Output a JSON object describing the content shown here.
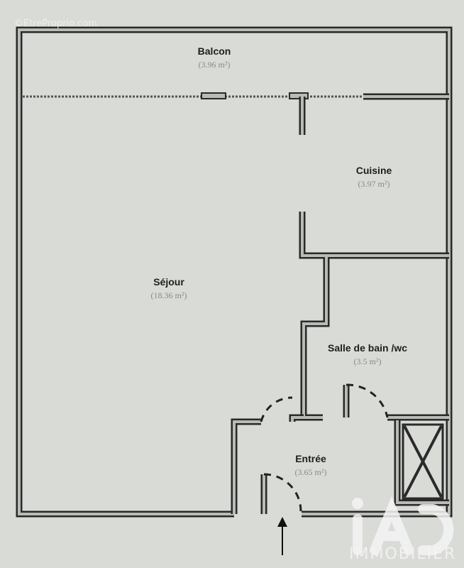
{
  "watermark": "©EtreProprio.com",
  "rooms": [
    {
      "name": "Balcon",
      "area": "(3.96 m²)"
    },
    {
      "name": "Cuisine",
      "area": "(3.97 m²)"
    },
    {
      "name": "Séjour",
      "area": "(18.36 m²)"
    },
    {
      "name": "Salle de bain /wc",
      "area": "(3.5 m²)"
    },
    {
      "name": "Entrée",
      "area": "(3.65 m²)"
    }
  ],
  "logo": {
    "mark": "iAD",
    "text": "IMMOBILIER"
  }
}
